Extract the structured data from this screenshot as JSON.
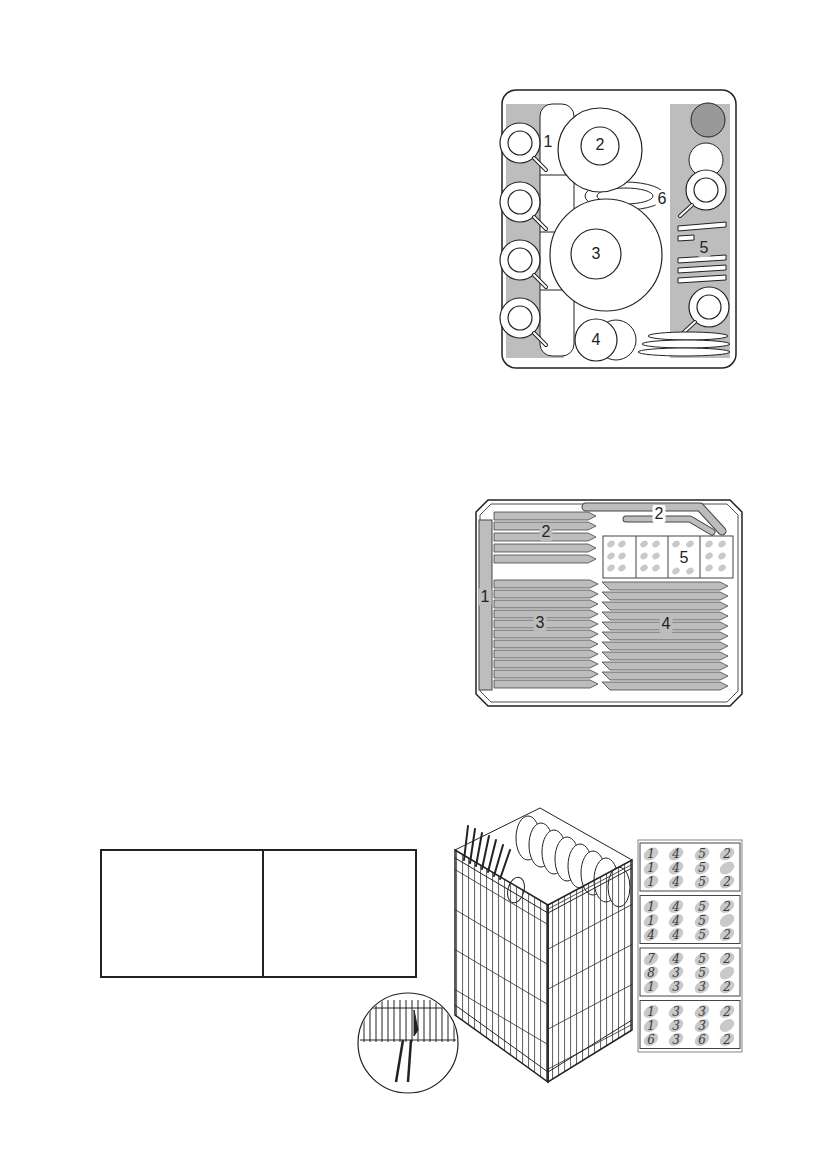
{
  "diagram": {
    "labels": [
      "1",
      "2",
      "6",
      "3",
      "5",
      "4",
      "2",
      "2",
      "5",
      "1",
      "3",
      "4",
      "1",
      "4",
      "5",
      "2",
      "1",
      "4",
      "5",
      "1",
      "4",
      "5",
      "2",
      "1",
      "4",
      "5",
      "2",
      "1",
      "4",
      "5",
      "4",
      "4",
      "5",
      "2",
      "7",
      "4",
      "5",
      "2",
      "8",
      "3",
      "5",
      "1",
      "3",
      "3",
      "2",
      "1",
      "3",
      "3",
      "2",
      "1",
      "3",
      "3",
      "6",
      "3",
      "6",
      "2"
    ]
  }
}
